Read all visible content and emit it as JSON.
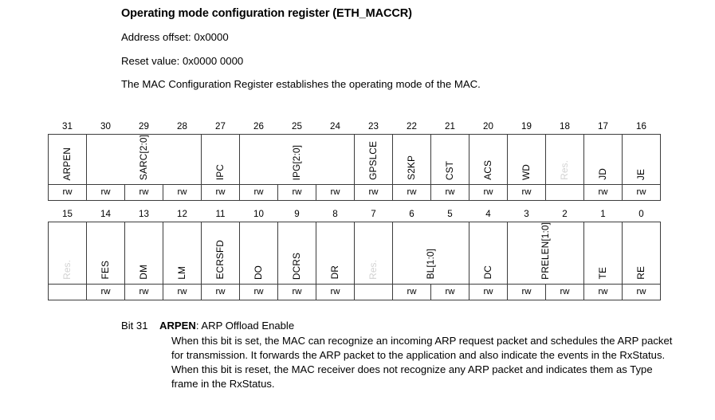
{
  "document": {
    "title": "Operating mode configuration register (ETH_MACCR)",
    "address_offset": "Address offset: 0x0000",
    "reset_value": "Reset value: 0x0000 0000",
    "intro": "The MAC Configuration Register establishes the operating mode of the MAC."
  },
  "register": {
    "name": "ETH_MACCR",
    "access_label": "rw",
    "reserved_label": "Res.",
    "rows": [
      {
        "id": "bits-31-16",
        "bit_numbers": [
          "31",
          "30",
          "29",
          "28",
          "27",
          "26",
          "25",
          "24",
          "23",
          "22",
          "21",
          "20",
          "19",
          "18",
          "17",
          "16"
        ],
        "fields": [
          {
            "label": "ARPEN",
            "span": 1,
            "reserved": false
          },
          {
            "label": "SARC[2:0]",
            "span": 3,
            "reserved": false
          },
          {
            "label": "IPC",
            "span": 1,
            "reserved": false
          },
          {
            "label": "IPG[2:0]",
            "span": 3,
            "reserved": false
          },
          {
            "label": "GPSLCE",
            "span": 1,
            "reserved": false
          },
          {
            "label": "S2KP",
            "span": 1,
            "reserved": false
          },
          {
            "label": "CST",
            "span": 1,
            "reserved": false
          },
          {
            "label": "ACS",
            "span": 1,
            "reserved": false
          },
          {
            "label": "WD",
            "span": 1,
            "reserved": false
          },
          {
            "label": "Res.",
            "span": 1,
            "reserved": true
          },
          {
            "label": "JD",
            "span": 1,
            "reserved": false
          },
          {
            "label": "JE",
            "span": 1,
            "reserved": false
          }
        ],
        "access": [
          "rw",
          "rw",
          "rw",
          "rw",
          "rw",
          "rw",
          "rw",
          "rw",
          "rw",
          "rw",
          "rw",
          "rw",
          "rw",
          "",
          "rw",
          "rw"
        ]
      },
      {
        "id": "bits-15-0",
        "bit_numbers": [
          "15",
          "14",
          "13",
          "12",
          "11",
          "10",
          "9",
          "8",
          "7",
          "6",
          "5",
          "4",
          "3",
          "2",
          "1",
          "0"
        ],
        "fields": [
          {
            "label": "Res.",
            "span": 1,
            "reserved": true
          },
          {
            "label": "FES",
            "span": 1,
            "reserved": false
          },
          {
            "label": "DM",
            "span": 1,
            "reserved": false
          },
          {
            "label": "LM",
            "span": 1,
            "reserved": false
          },
          {
            "label": "ECRSFD",
            "span": 1,
            "reserved": false
          },
          {
            "label": "DO",
            "span": 1,
            "reserved": false
          },
          {
            "label": "DCRS",
            "span": 1,
            "reserved": false
          },
          {
            "label": "DR",
            "span": 1,
            "reserved": false
          },
          {
            "label": "Res.",
            "span": 1,
            "reserved": true
          },
          {
            "label": "BL[1:0]",
            "span": 2,
            "reserved": false
          },
          {
            "label": "DC",
            "span": 1,
            "reserved": false
          },
          {
            "label": "PRELEN[1:0]",
            "span": 2,
            "reserved": false
          },
          {
            "label": "TE",
            "span": 1,
            "reserved": false
          },
          {
            "label": "RE",
            "span": 1,
            "reserved": false
          }
        ],
        "access": [
          "",
          "rw",
          "rw",
          "rw",
          "rw",
          "rw",
          "rw",
          "rw",
          "",
          "rw",
          "rw",
          "rw",
          "rw",
          "rw",
          "rw",
          "rw"
        ]
      }
    ]
  },
  "bit_description": {
    "bit_label": "Bit 31",
    "field_name": "ARPEN",
    "field_title": ": ARP Offload Enable",
    "paragraphs": [
      "When this bit is set, the MAC can recognize an incoming ARP request packet and schedules the ARP packet for transmission. It forwards the ARP packet to the application and also indicate the events in the RxStatus.",
      "When this bit is reset, the MAC receiver does not recognize any ARP packet and indicates them as Type frame in the RxStatus."
    ]
  },
  "colors": {
    "border": "#3c3c3c",
    "reserved_text": "#d3d3d3",
    "text": "#000000",
    "background": "#ffffff"
  }
}
